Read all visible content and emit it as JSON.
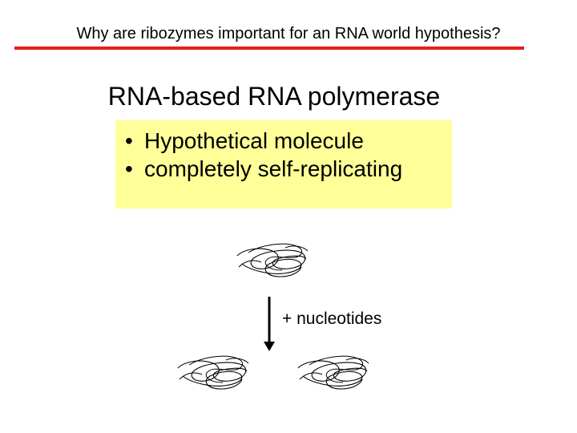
{
  "slide": {
    "title": "Why are ribozymes important for an RNA world hypothesis?",
    "heading": "RNA-based RNA polymerase",
    "bullets": [
      {
        "marker": "•",
        "text": "Hypothetical molecule"
      },
      {
        "marker": "•",
        "text": "completely self-replicating"
      }
    ],
    "arrow_label": "+ nucleotides"
  },
  "colors": {
    "accent_rule": "#e41e1e",
    "highlight_box": "#ffff99",
    "text": "#000000"
  },
  "diagram": {
    "molecules": [
      "parent-rna-molecule",
      "daughter-rna-molecule-1",
      "daughter-rna-molecule-2"
    ],
    "icons": [
      "tangled-rna-icon",
      "down-arrow-icon"
    ]
  }
}
